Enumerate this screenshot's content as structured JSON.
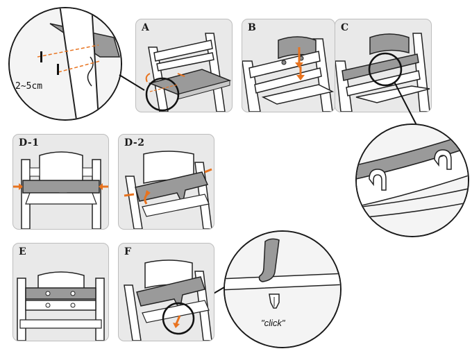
{
  "panels": {
    "a": {
      "label": "A"
    },
    "b": {
      "label": "B"
    },
    "c": {
      "label": "C"
    },
    "d1": {
      "label": "D-1"
    },
    "d2": {
      "label": "D-2"
    },
    "e": {
      "label": "E"
    },
    "f": {
      "label": "F"
    }
  },
  "detail_a": {
    "measurement": "2~5cm"
  },
  "detail_f": {
    "sound_label": "\"click\""
  },
  "colors": {
    "accent": "#e8731f",
    "panel_bg": "#e9e9e9",
    "line": "#1a1a1a",
    "part": "#8a8a8a"
  }
}
